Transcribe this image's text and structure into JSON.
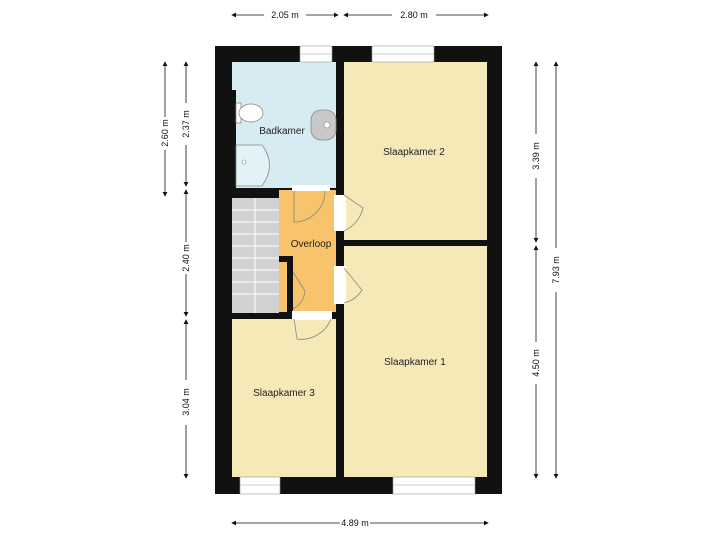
{
  "colors": {
    "wall": "#111111",
    "bathroom": "#d6ecf2",
    "bedroom": "#f5e9b8",
    "landing": "#f7c46c",
    "stairs": "#d2d2d2",
    "window": "#ffffff",
    "dimension": "#111111"
  },
  "rooms": {
    "badkamer": "Badkamer",
    "slaapkamer2": "Slaapkamer 2",
    "overloop": "Overloop",
    "slaapkamer1": "Slaapkamer 1",
    "slaapkamer3": "Slaapkamer 3"
  },
  "dimensions": {
    "top_left": "2.05 m",
    "top_right": "2.80 m",
    "bottom_total": "4.89 m",
    "left_outer_top": "2.60 m",
    "left_inner_top": "2.37 m",
    "left_middle": "2.40 m",
    "left_bottom": "3.04 m",
    "right_inner_top": "3.39 m",
    "right_inner_bottom": "4.50 m",
    "right_total": "7.93 m"
  }
}
